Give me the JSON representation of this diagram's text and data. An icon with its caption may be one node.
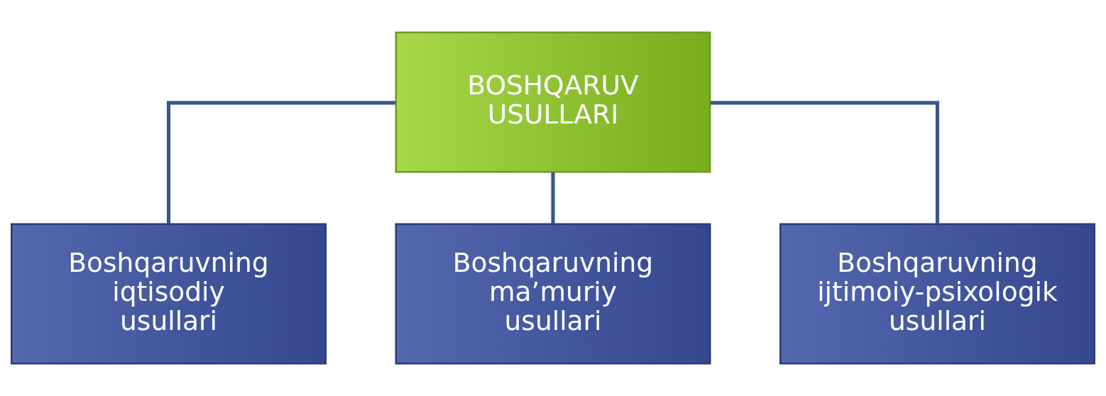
{
  "diagram": {
    "nodes": [
      {
        "text": [
          "BOSHQARUV USULLARI"
        ]
      },
      {
        "text": [
          "Boshqaruvning iqtisodiy usullari"
        ]
      },
      {
        "text": [
          "Boshqaruvning ma’muriy usullari"
        ]
      },
      {
        "text": [
          "Boshqaruvning ijtimoiy-psixologik usullari"
        ]
      }
    ],
    "edges": [
      {
        "from": 0,
        "to": 1,
        "arrow": "none"
      },
      {
        "from": 0,
        "to": 2,
        "arrow": "none"
      },
      {
        "from": 0,
        "to": 3,
        "arrow": "none"
      }
    ]
  }
}
